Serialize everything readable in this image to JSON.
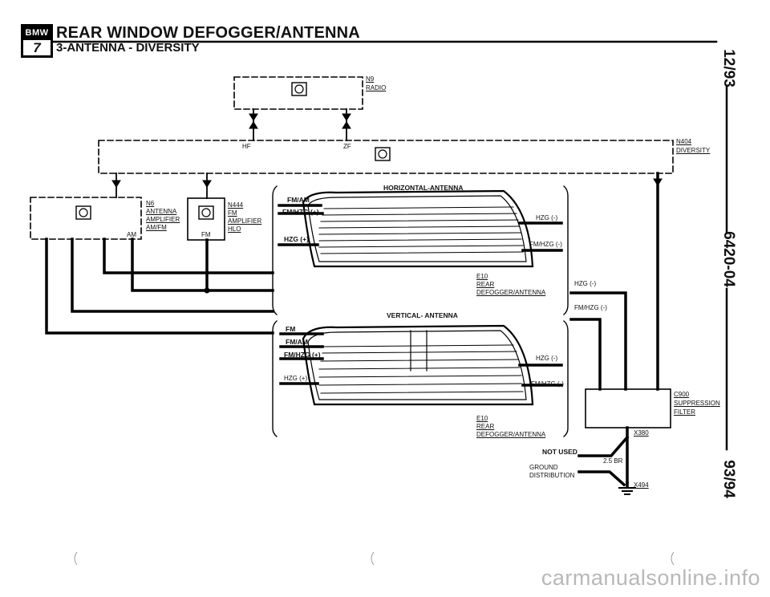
{
  "header": {
    "logo_brand": "BMW",
    "logo_series": "7",
    "title": "REAR WINDOW DEFOGGER/ANTENNA",
    "subtitle": "3-ANTENNA - DIVERSITY"
  },
  "side": {
    "date": "12/93",
    "code": "6420-04",
    "model_years": "93/94"
  },
  "components": {
    "n9": {
      "id": "N9",
      "name": "RADIO"
    },
    "n404": {
      "id": "N404",
      "name": "DIVERSITY",
      "pin_hf": "HF",
      "pin_zf": "ZF"
    },
    "n6": {
      "id": "N6",
      "line1": "ANTENNA",
      "line2": "AMPLIFIER",
      "line3": "AM/FM",
      "pin": "AM"
    },
    "n444": {
      "id": "N444",
      "line1": "FM",
      "line2": "AMPLIFIER",
      "line3": "HLO",
      "pin": "FM"
    },
    "c900": {
      "id": "C900",
      "line1": "SUPPRESSION",
      "line2": "FILTER"
    }
  },
  "horizontal_antenna": {
    "title": "HORIZONTAL-ANTENNA",
    "left_labels": [
      "FM/AM",
      "FM/HZG (+)",
      "HZG (+)"
    ],
    "right_labels": [
      "HZG (-)",
      "FM/HZG (-)"
    ],
    "part_id": "E10",
    "part_line1": "REAR",
    "part_line2": "DEFOGGER/ANTENNA"
  },
  "vertical_antenna": {
    "title": "VERTICAL- ANTENNA",
    "left_labels": [
      "FM",
      "FM/AM",
      "FM/HZG (+)",
      "HZG (+)"
    ],
    "right_labels": [
      "HZG (-)",
      "FM/HZG (-)"
    ],
    "part_id": "E10",
    "part_line1": "REAR",
    "part_line2": "DEFOGGER/ANTENNA"
  },
  "wiring": {
    "hzg_minus": "HZG (-)",
    "fm_hzg_minus": "FM/HZG (-)",
    "connector_x380": "X380",
    "not_used": "NOT USED",
    "ground_line1": "GROUND",
    "ground_line2": "DISTRIBUTION",
    "wire_size": "2.5 BR",
    "ground_x494": "X494"
  },
  "watermark": "carmanualsonline.info"
}
